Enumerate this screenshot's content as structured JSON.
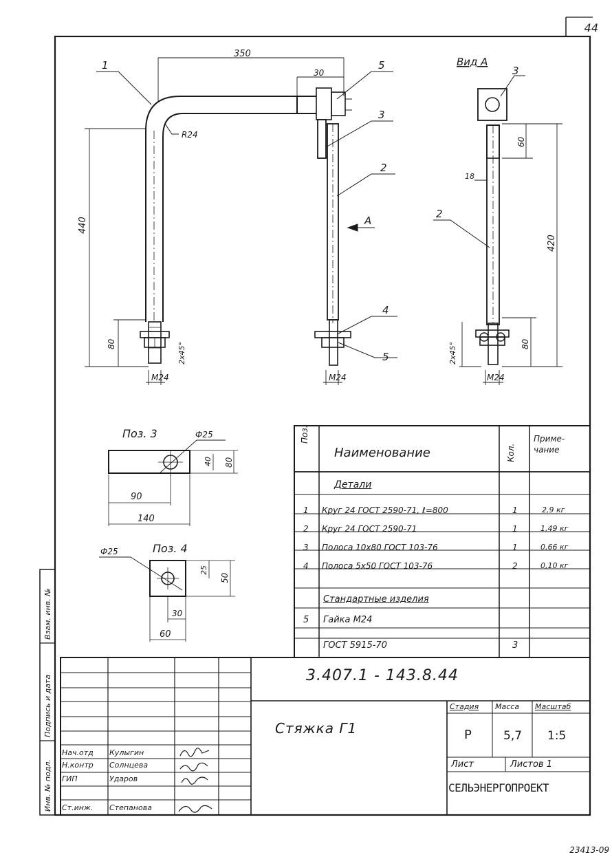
{
  "sheet_number": "44",
  "archive_code": "23413-09",
  "drawing": {
    "dims": {
      "d350": "350",
      "d30": "30",
      "d440": "440",
      "d80a": "80",
      "d2x45a": "2x45°",
      "m24a": "M24",
      "m24b": "M24",
      "r24": "R24",
      "d60": "60",
      "d18": "18",
      "d420": "420",
      "d80b": "80",
      "d2x45b": "2x45°",
      "m24c": "M24"
    },
    "callouts": {
      "c1": "1",
      "c5a": "5",
      "c3a": "3",
      "c2a": "2",
      "c4": "4",
      "c5b": "5",
      "c3b": "3",
      "c2b": "2",
      "arrow": "A"
    },
    "view_label": "Вид А",
    "pos3": {
      "title": "Поз. 3",
      "d25": "Ф25",
      "d40": "40",
      "d80": "80",
      "d90": "90",
      "d140": "140"
    },
    "pos4": {
      "title": "Поз. 4",
      "d25": "Ф25",
      "d25b": "25",
      "d50": "50",
      "d30": "30",
      "d60": "60"
    }
  },
  "spec_table": {
    "headers": {
      "pos": "Поз.",
      "name": "Наименование",
      "qty": "Кол.",
      "note": "Приме-\nчание"
    },
    "section_details": "Детали",
    "rows": [
      {
        "pos": "1",
        "name": "Круг 24 ГОСТ 2590-71, ℓ=800",
        "qty": "1",
        "note": "2,9 кг"
      },
      {
        "pos": "2",
        "name": "Круг 24 ГОСТ 2590-71",
        "qty": "1",
        "note": "1,49 кг"
      },
      {
        "pos": "3",
        "name": "Полоса 10х80 ГОСТ 103-76",
        "qty": "1",
        "note": "0,66 кг"
      },
      {
        "pos": "4",
        "name": "Полоса 5х50 ГОСТ 103-76",
        "qty": "2",
        "note": "0,10 кг"
      }
    ],
    "section_standard": "Стандартные изделия",
    "std_rows": [
      {
        "pos": "5",
        "name": "Гайка М24",
        "qty": "",
        "note": ""
      },
      {
        "pos": "",
        "name": "ГОСТ 5915-70",
        "qty": "3",
        "note": ""
      }
    ]
  },
  "title_block": {
    "designation": "3.407.1 - 143.8.44",
    "title": "Стяжка Г1",
    "stage_label": "Стадия",
    "mass_label": "Масса",
    "scale_label": "Масштаб",
    "stage": "Р",
    "mass": "5,7",
    "scale": "1:5",
    "sheet_label": "Лист",
    "sheets_label": "Листов 1",
    "organization": "СЕЛЬЭНЕРГОПРОЕКТ",
    "staff": [
      {
        "role": "Нач.отд",
        "name": "Кулыгин"
      },
      {
        "role": "Н.контр",
        "name": "Солнцева"
      },
      {
        "role": "ГИП",
        "name": "Ударов"
      },
      {
        "role": "Ст.инж.",
        "name": "Степанова"
      }
    ]
  },
  "side_stamps": {
    "s1": "Инв. № подл.",
    "s2": "Подпись и дата",
    "s3": "Взам. инв. №"
  }
}
